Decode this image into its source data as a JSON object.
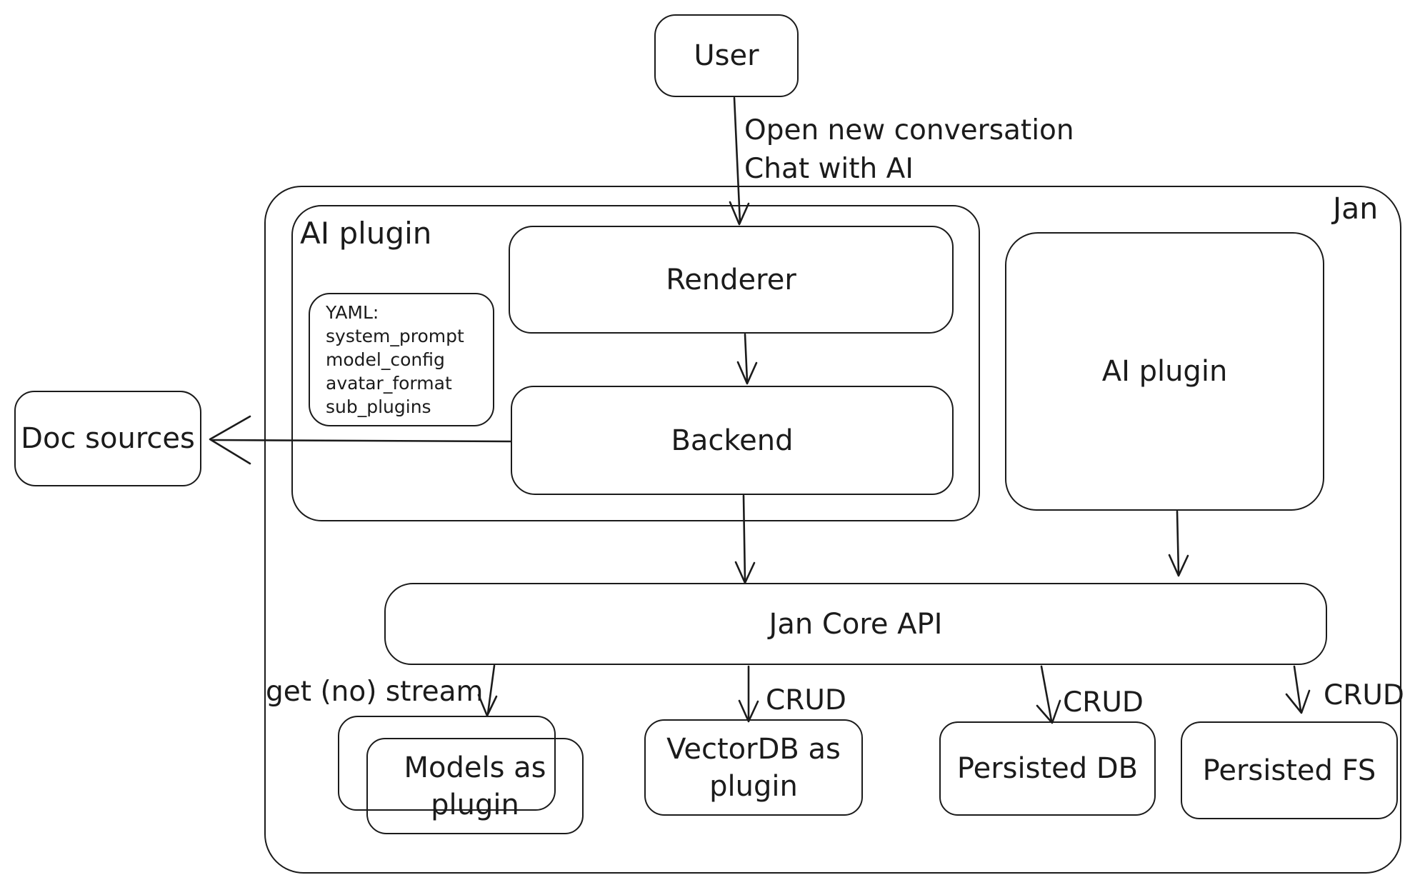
{
  "diagram_title": "Jan",
  "colors": {
    "stroke": "#1b1b1b",
    "background": "#ffffff"
  },
  "nodes": {
    "user": {
      "label": "User"
    },
    "jan": {
      "label": "Jan"
    },
    "ai_plugin_container": {
      "label": "AI plugin"
    },
    "yaml_note": {
      "lines": [
        "YAML:",
        "system_prompt",
        "model_config",
        "avatar_format",
        "sub_plugins"
      ]
    },
    "renderer": {
      "label": "Renderer"
    },
    "backend": {
      "label": "Backend"
    },
    "doc_sources": {
      "label": "Doc sources"
    },
    "ai_plugin_right": {
      "label": "AI plugin"
    },
    "jan_core_api": {
      "label": "Jan Core API"
    },
    "models": {
      "lines": [
        "Models as",
        "plugin"
      ]
    },
    "vectordb": {
      "lines": [
        "VectorDB as",
        "plugin"
      ]
    },
    "persisted_db": {
      "label": "Persisted DB"
    },
    "persisted_fs": {
      "label": "Persisted FS"
    }
  },
  "edges": {
    "user_to_renderer": {
      "lines": [
        "Open new conversation",
        "Chat with AI"
      ]
    },
    "jan_core_to_models": {
      "label": "get (no) stream"
    },
    "jan_core_to_vectordb": {
      "label": "CRUD"
    },
    "jan_core_to_persisted_db": {
      "label": "CRUD"
    },
    "jan_core_to_persisted_fs": {
      "label": "CRUD"
    }
  }
}
